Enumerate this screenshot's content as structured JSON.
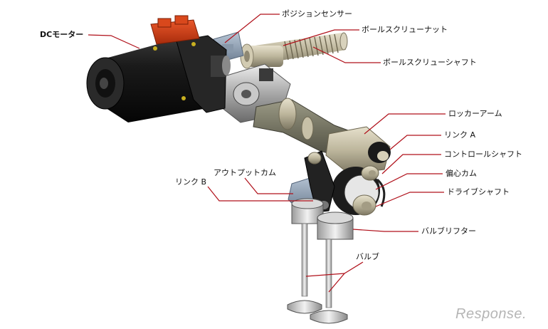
{
  "labels": {
    "dc_motor": "DCモーター",
    "position_sensor": "ポジションセンサー",
    "ball_screw_nut": "ボールスクリューナット",
    "ball_screw_shaft": "ボールスクリューシャフト",
    "rocker_arm": "ロッカーアーム",
    "link_a": "リンク A",
    "control_shaft": "コントロールシャフト",
    "eccentric_cam": "偏心カム",
    "drive_shaft": "ドライブシャフト",
    "output_cam": "アウトプットカム",
    "link_b": "リンク B",
    "valve_lifter": "バルブリフター",
    "valve": "バルブ"
  },
  "logo": {
    "text": "Response."
  },
  "colors": {
    "leader_line": "#b0101a",
    "motor_body": "#111111",
    "connector": "#cc3a12"
  }
}
